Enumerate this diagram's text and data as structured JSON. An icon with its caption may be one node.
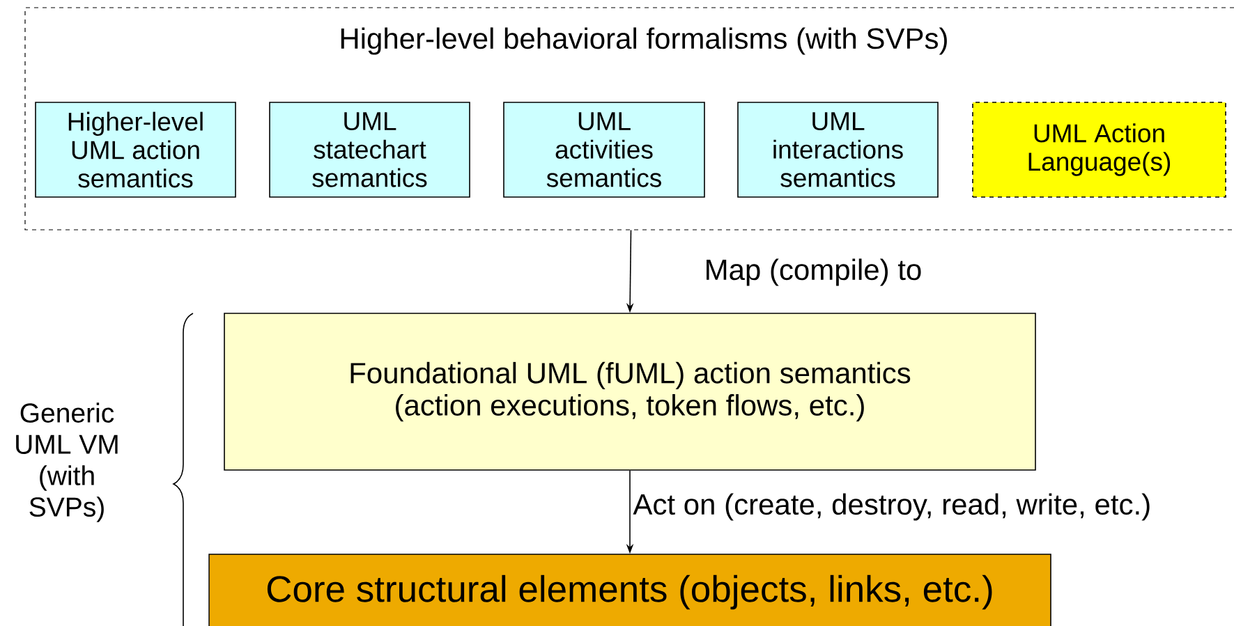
{
  "diagram": {
    "nodes": [
      {
        "text": [
          "Higher-level behavioral formalisms (with SVPs)"
        ]
      },
      {
        "text": [
          "Higher-level UML action semantics"
        ],
        "in": 0
      },
      {
        "text": [
          "UML statechart semantics"
        ],
        "in": 0
      },
      {
        "text": [
          "UML activities semantics"
        ],
        "in": 0
      },
      {
        "text": [
          "UML interactions semantics"
        ],
        "in": 0
      },
      {
        "text": [
          "UML Action Language(s)"
        ],
        "in": 0
      },
      {
        "text": [
          "Foundational UML (fUML) action semantics",
          "(action executions, token flows, etc.)"
        ]
      },
      {
        "text": [
          "Core structural elements (objects, links, etc.)"
        ]
      }
    ],
    "edges": [
      {
        "from": 0,
        "to": 6,
        "arrow": "to",
        "label": "Map (compile) to"
      },
      {
        "from": 6,
        "to": 7,
        "arrow": "to",
        "label": "Act on (create, destroy, read, write, etc.)"
      }
    ],
    "labels": [
      "Generic UML VM (with SVPs)"
    ]
  }
}
